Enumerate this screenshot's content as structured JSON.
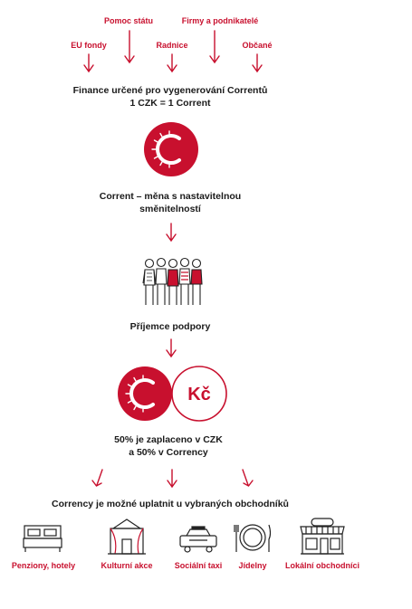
{
  "sources": {
    "pomoc_statu": "Pomoc státu",
    "firmy": "Firmy a podnikatelé",
    "eu_fondy": "EU fondy",
    "radnice": "Radnice",
    "obcane": "Občané"
  },
  "finance": {
    "line1": "Finance určené pro vygenerování Correntů",
    "line2": "1 CZK = 1 Corrent"
  },
  "corrent": {
    "line1": "Corrent – měna s nastavitelnou",
    "line2": "směnitelností"
  },
  "recipient": "Příjemce podpory",
  "currency_badge": "Kč",
  "payment": {
    "line1": "50% je zaplaceno v CZK",
    "line2": "a 50% v Corrency"
  },
  "shops_title": "Corrency je možné uplatnit u vybraných obchodníků",
  "categories": {
    "hotels": "Penziony, hotely",
    "culture": "Kulturní akce",
    "taxi": "Sociální taxi",
    "canteens": "Jídelny",
    "local": "Lokální obchodníci"
  },
  "colors": {
    "accent": "#c8102e",
    "text": "#1a1a1a"
  }
}
